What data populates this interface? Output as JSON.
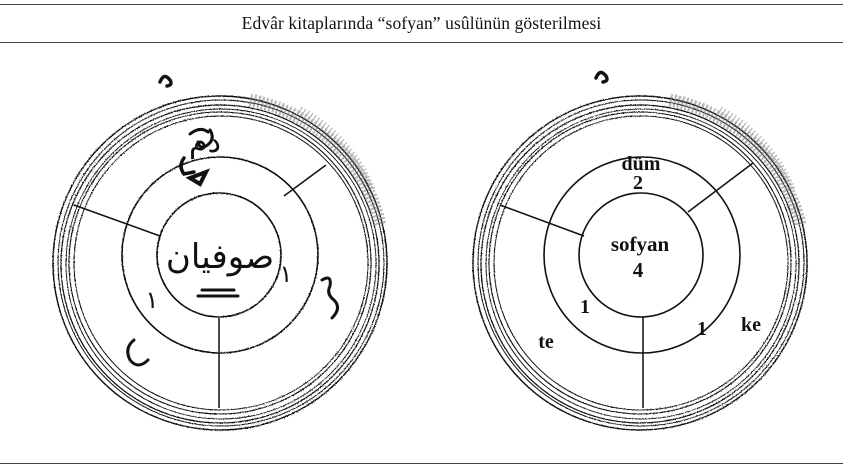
{
  "caption": "Edvâr kitaplarında “sofyan” usûlünün gösterilmesi",
  "manuscript": {
    "center_text": "صوفیان",
    "outer_text": "دم",
    "beat_digits": [
      "۱",
      "۱"
    ]
  },
  "transcription": {
    "center_name": "sofyan",
    "center_total": "4",
    "top_stroke": "düm",
    "top_count": "2",
    "left_stroke": "te",
    "left_count": "1",
    "right_stroke": "ke",
    "right_count": "1"
  }
}
